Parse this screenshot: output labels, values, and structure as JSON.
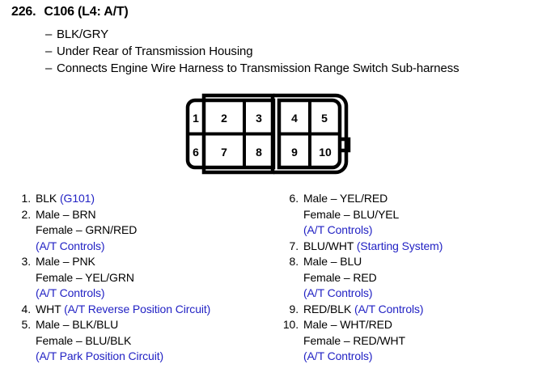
{
  "header": {
    "item_number": "226.",
    "connector_name": "C106 (L4: A/T)",
    "details": [
      "BLK/GRY",
      "Under Rear of Transmission Housing",
      "Connects Engine Wire Harness to Transmission Range Switch Sub-harness"
    ],
    "dash": "–"
  },
  "connector_diagram": {
    "label": "10-pin connector face view",
    "rows": [
      [
        "1",
        "2",
        "3",
        "4",
        "5"
      ],
      [
        "6",
        "7",
        "8",
        "9",
        "10"
      ]
    ],
    "pin_numbers": [
      "1",
      "2",
      "3",
      "4",
      "5",
      "6",
      "7",
      "8",
      "9",
      "10"
    ]
  },
  "colors": {
    "circuit_blue": "#2222c4",
    "text_black": "#000000",
    "background": "#ffffff"
  },
  "pin_list": {
    "left_column": [
      {
        "index": "1.",
        "wire": "BLK",
        "circuit": "(G101)",
        "sub_lines": []
      },
      {
        "index": "2.",
        "wire": "Male – BRN",
        "circuit": "",
        "sub_lines": [
          {
            "wire": "Female – GRN/RED",
            "circuit": ""
          },
          {
            "wire": "",
            "circuit": "(A/T Controls)"
          }
        ]
      },
      {
        "index": "3.",
        "wire": "Male – PNK",
        "circuit": "",
        "sub_lines": [
          {
            "wire": "Female – YEL/GRN",
            "circuit": ""
          },
          {
            "wire": "",
            "circuit": "(A/T Controls)"
          }
        ]
      },
      {
        "index": "4.",
        "wire": "WHT",
        "circuit": "(A/T Reverse Position Circuit)",
        "sub_lines": []
      },
      {
        "index": "5.",
        "wire": "Male – BLK/BLU",
        "circuit": "",
        "sub_lines": [
          {
            "wire": "Female – BLU/BLK",
            "circuit": ""
          },
          {
            "wire": "",
            "circuit": "(A/T Park Position Circuit)"
          }
        ]
      }
    ],
    "right_column": [
      {
        "index": "6.",
        "wire": "Male – YEL/RED",
        "circuit": "",
        "sub_lines": [
          {
            "wire": "Female – BLU/YEL",
            "circuit": ""
          },
          {
            "wire": "",
            "circuit": "(A/T Controls)"
          }
        ]
      },
      {
        "index": "7.",
        "wire": "BLU/WHT",
        "circuit": "(Starting System)",
        "sub_lines": []
      },
      {
        "index": "8.",
        "wire": "Male – BLU",
        "circuit": "",
        "sub_lines": [
          {
            "wire": "Female – RED",
            "circuit": ""
          },
          {
            "wire": "",
            "circuit": "(A/T Controls)"
          }
        ]
      },
      {
        "index": "9.",
        "wire": "RED/BLK",
        "circuit": "(A/T Controls)",
        "sub_lines": []
      },
      {
        "index": "10.",
        "wire": "Male – WHT/RED",
        "circuit": "",
        "sub_lines": [
          {
            "wire": "Female – RED/WHT",
            "circuit": ""
          },
          {
            "wire": "",
            "circuit": "(A/T Controls)"
          }
        ]
      }
    ]
  }
}
